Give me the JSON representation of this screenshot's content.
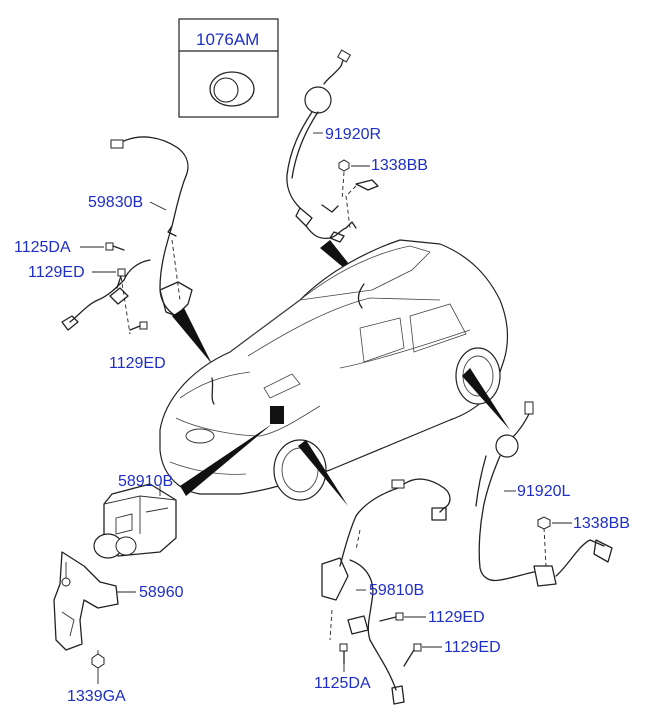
{
  "labels": {
    "box_part": "1076AM",
    "sensor_rear_right": "91920R",
    "bolt_rear_right": "1338BB",
    "sensor_front_left": "59830B",
    "bolt_front_left_a": "1125DA",
    "bolt_front_left_b": "1129ED",
    "bolt_front_left_c": "1129ED",
    "hecu": "58910B",
    "bracket": "58960",
    "nut": "1339GA",
    "sensor_rear_left": "91920L",
    "bolt_rear_left": "1338BB",
    "sensor_front_right": "59810B",
    "bolt_front_right_a": "1129ED",
    "bolt_front_right_b": "1129ED",
    "bolt_front_right_c": "1125DA"
  }
}
